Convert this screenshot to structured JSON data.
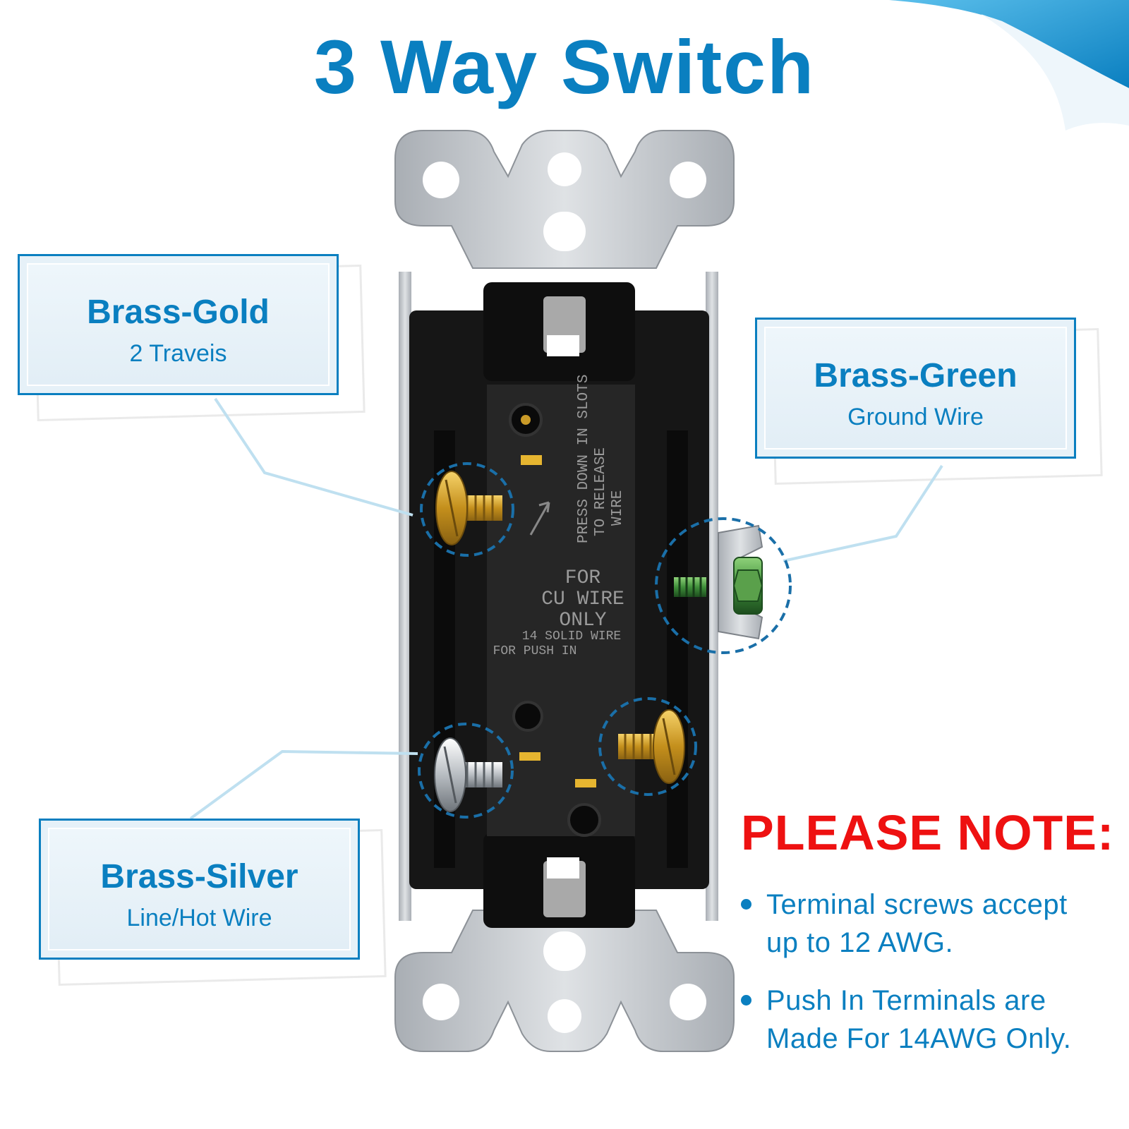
{
  "title": "3 Way Switch",
  "colors": {
    "accent": "#0a7fc0",
    "note": "#ee1111",
    "plate": "#c9cdd2",
    "body": "#161616",
    "brass": "#d9a42a",
    "silver": "#cfd3d6",
    "green_screw": "#3f8f3a",
    "callout_line": "#bfe0f0"
  },
  "callouts": [
    {
      "heading": "Brass-Gold",
      "sub": "2 Traveis"
    },
    {
      "heading": "Brass-Green",
      "sub": "Ground Wire"
    },
    {
      "heading": "Brass-Silver",
      "sub": "Line/Hot Wire"
    }
  ],
  "device_text": {
    "release": [
      "PRESS DOWN IN SLOTS",
      "TO RELEASE",
      "WIRE"
    ],
    "cu": [
      "FOR",
      "CU WIRE",
      "ONLY"
    ],
    "push": [
      "14 SOLID WIRE",
      "FOR PUSH IN"
    ]
  },
  "note": {
    "title": "PLEASE NOTE:",
    "items": [
      {
        "line1": "Terminal screws accept",
        "line2": "up to 12 AWG."
      },
      {
        "line1": "Push In Terminals are",
        "line2": "Made For 14AWG Only."
      }
    ]
  }
}
